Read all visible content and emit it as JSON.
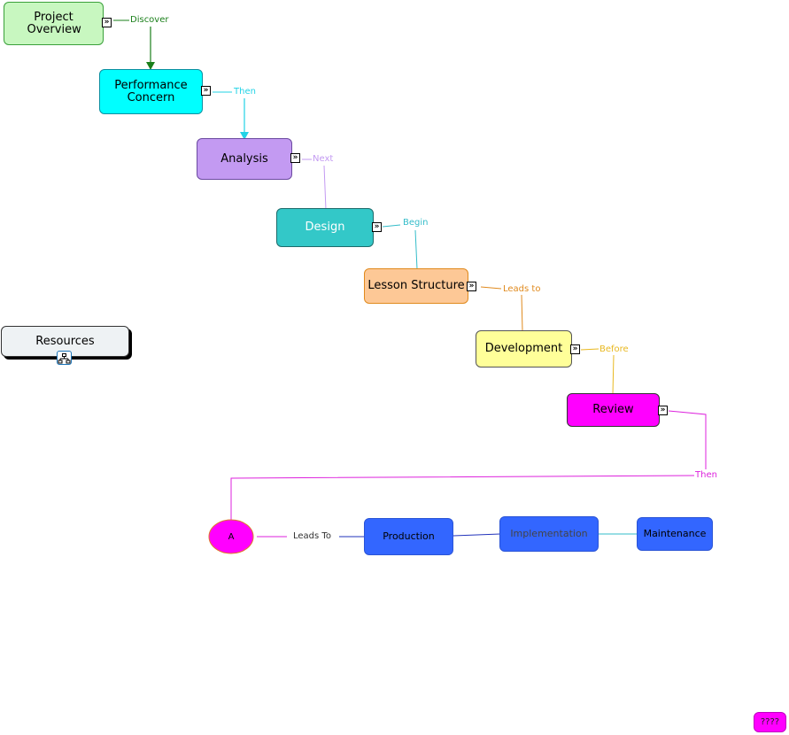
{
  "colors": {
    "green_link": "#1a7f1a",
    "cyan_link": "#22d3e6",
    "purple_link": "#c39af2",
    "teal_link": "#33bcc9",
    "orange_link": "#e08a1e",
    "yellow_link": "#e8b820",
    "magenta_link": "#dd22dd",
    "blue_link": "#2233bb"
  },
  "nodes": {
    "project_overview": "Project Overview",
    "performance_concern": "Performance Concern",
    "analysis": "Analysis",
    "design": "Design",
    "lesson_structure": "Lesson Structure",
    "development": "Development",
    "review": "Review",
    "a": "A",
    "production": "Production",
    "implementation": "Implementation",
    "maintenance": "Maintenance",
    "resources": "Resources"
  },
  "links": {
    "discover": "Discover",
    "then_1": "Then",
    "next": "Next",
    "begin": "Begin",
    "leads_to_1": "Leads to",
    "before": "Before",
    "then_2": "Then",
    "leads_to_2": "Leads To"
  },
  "expander_glyph": "»",
  "help_button": "????"
}
